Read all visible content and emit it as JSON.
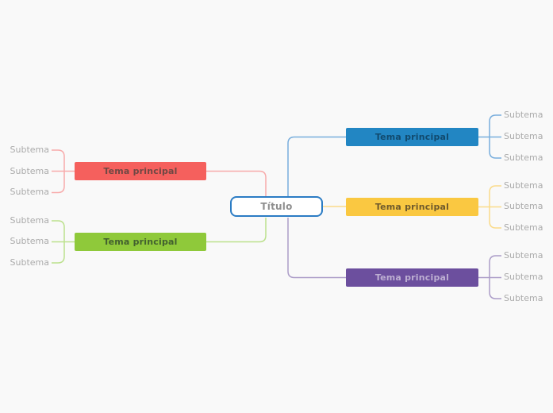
{
  "canvas": {
    "background": "#F9F9F9",
    "subtopic_text_color": "#ABABAB"
  },
  "center": {
    "label": "Título",
    "fill": "#FFFFFF",
    "border_color": "#2B7CC4",
    "text_color": "#8F8F8F"
  },
  "branches": [
    {
      "id": "red",
      "label": "Tema principal",
      "side": "left",
      "fill": "#F5605D",
      "line": "#F8ABAB",
      "text_color": "#6F4844",
      "subtopics": [
        "Subtema",
        "Subtema",
        "Subtema"
      ]
    },
    {
      "id": "green",
      "label": "Tema principal",
      "side": "left",
      "fill": "#8FC93A",
      "line": "#BCE18D",
      "text_color": "#42602F",
      "subtopics": [
        "Subtema",
        "Subtema",
        "Subtema"
      ]
    },
    {
      "id": "blue",
      "label": "Tema principal",
      "side": "right",
      "fill": "#2286C3",
      "line": "#79AEDD",
      "text_color": "#114A6E",
      "subtopics": [
        "Subtema",
        "Subtema",
        "Subtema"
      ]
    },
    {
      "id": "yellow",
      "label": "Tema principal",
      "side": "right",
      "fill": "#FAC841",
      "line": "#FADB8A",
      "text_color": "#6F5A2C",
      "subtopics": [
        "Subtema",
        "Subtema",
        "Subtema"
      ]
    },
    {
      "id": "purple",
      "label": "Tema principal",
      "side": "right",
      "fill": "#6C4F9E",
      "line": "#AC9DC8",
      "text_color": "#BDAFD2",
      "subtopics": [
        "Subtema",
        "Subtema",
        "Subtema"
      ]
    }
  ]
}
